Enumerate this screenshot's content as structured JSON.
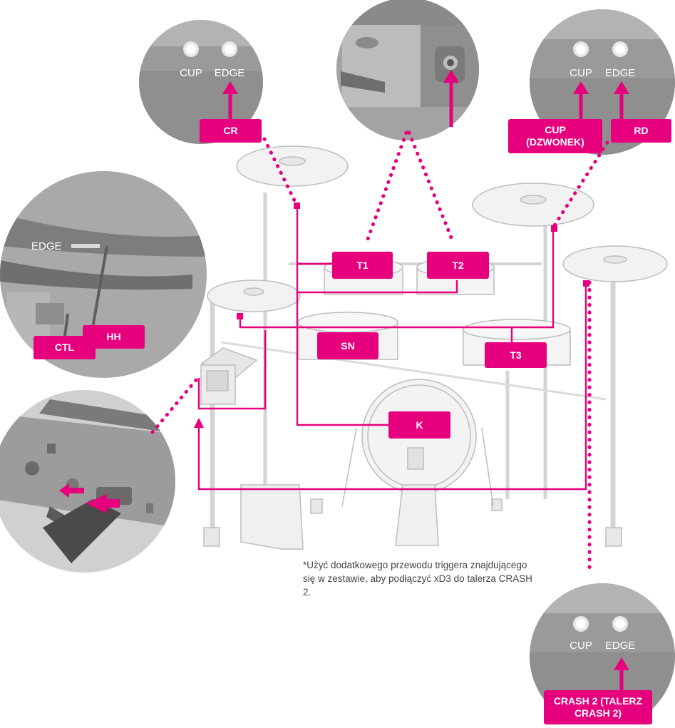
{
  "labels": {
    "cr": "CR",
    "cup_dzwonek": "CUP\n(DZWONEK)",
    "rd": "RD",
    "hh": "HH",
    "ctl": "CTL",
    "t1": "T1",
    "t2": "T2",
    "sn": "SN",
    "t3": "T3",
    "k": "K",
    "crash2": "CRASH 2 (TALERZ\nCRASH 2)"
  },
  "inset_text": {
    "cr_cup": "CUP",
    "cr_edge": "EDGE",
    "rd_cup": "CUP",
    "rd_edge": "EDGE",
    "hh_edge": "EDGE",
    "crash2_cup": "CUP",
    "crash2_edge": "EDGE"
  },
  "note": "*Użyć dodatkowego przewodu triggera znajdującego się w zestawie, aby podłączyć xD3 do talerza CRASH 2.",
  "colors": {
    "accent": "#e6007e",
    "inset_bg": "#9a9a9a",
    "kit_line": "#bdbdbd",
    "note_text": "#444444"
  }
}
